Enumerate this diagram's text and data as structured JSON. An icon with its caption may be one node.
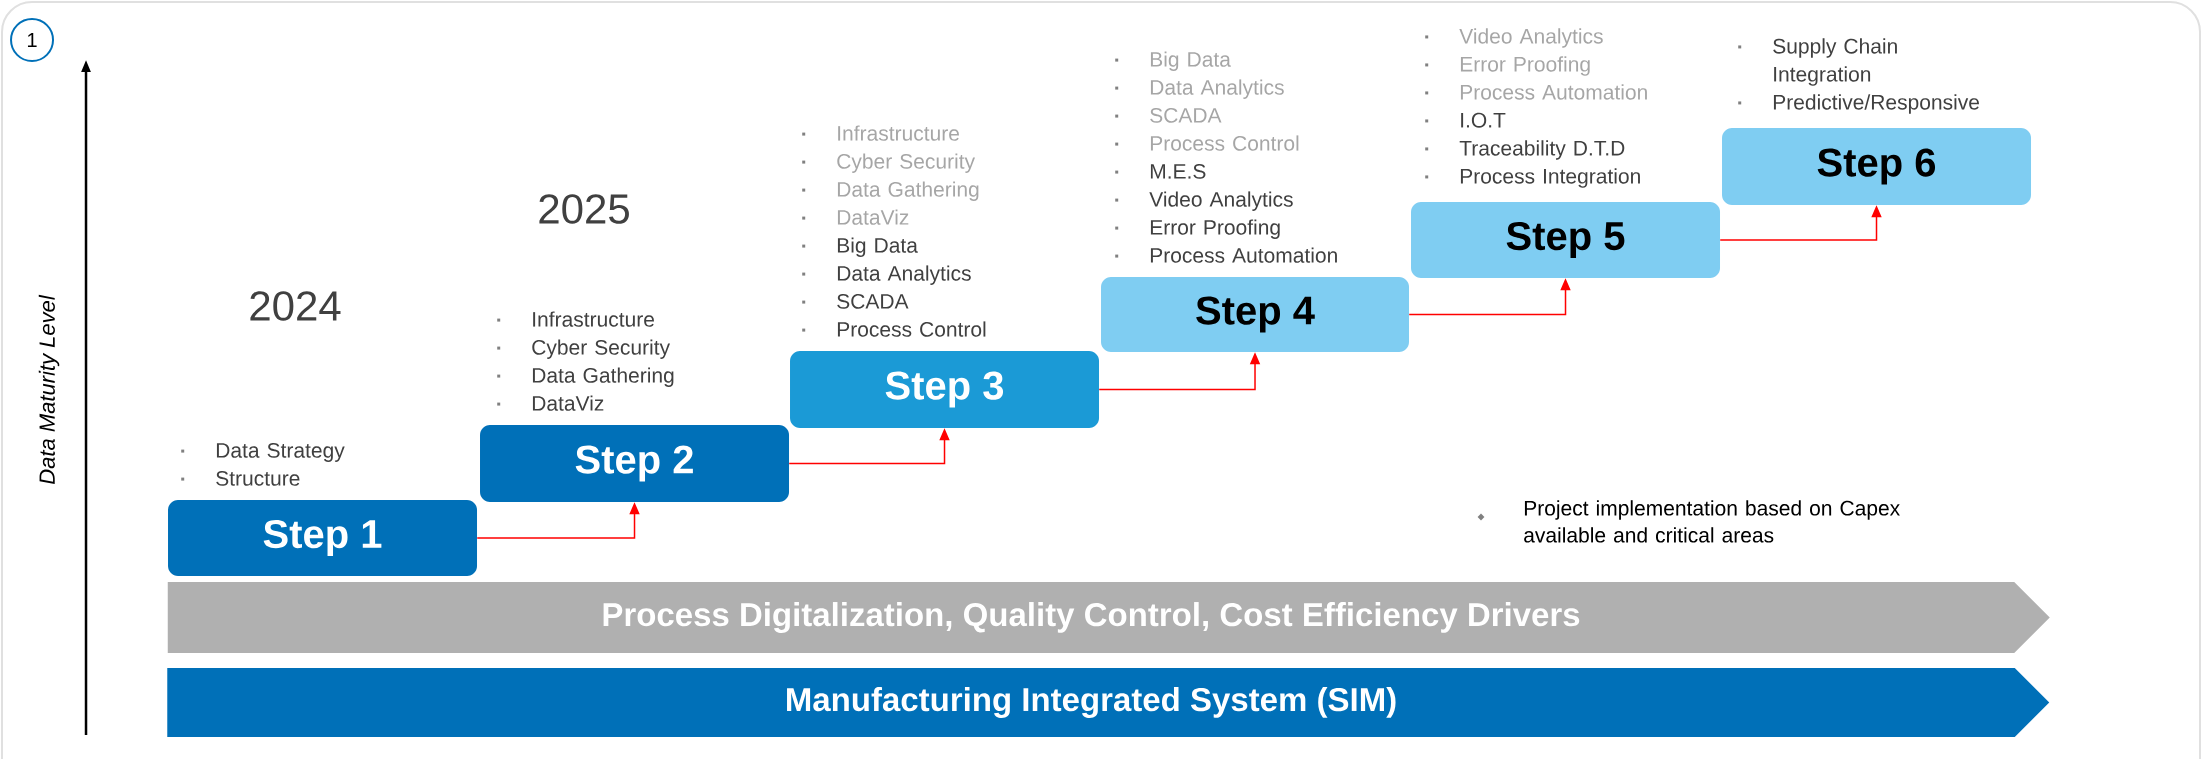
{
  "diagram": {
    "nodes": [
      {
        "text": [
          "Step 1"
        ],
        "beside": [
          "Data Strategy",
          "Structure"
        ]
      },
      {
        "text": [
          "Step 2"
        ],
        "beside": [
          "Infrastructure",
          "Cyber Security",
          "Data Gathering",
          "DataViz"
        ]
      },
      {
        "text": [
          "Step 3"
        ],
        "beside": [
          "Infrastructure",
          "Cyber Security",
          "Data Gathering",
          "DataViz",
          "Big Data",
          "Data Analytics",
          "SCADA",
          "Process Control"
        ]
      },
      {
        "text": [
          "Step 4"
        ],
        "beside": [
          "Big Data",
          "Data Analytics",
          "SCADA",
          "Process Control",
          "M.E.S",
          "Video Analytics",
          "Error Proofing",
          "Process Automation"
        ]
      },
      {
        "text": [
          "Step 5"
        ],
        "beside": [
          "Video Analytics",
          "Error Proofing",
          "Process Automation",
          "I.O.T",
          "Traceability D.T.D",
          "Process Integration"
        ]
      },
      {
        "text": [
          "Step 6"
        ],
        "beside": [
          "Supply Chain Integration",
          "Predictive/Responsive"
        ]
      },
      {
        "text": [
          "Process Digitalization, Quality Control, Cost Efficiency Drivers"
        ]
      },
      {
        "text": [
          "Manufacturing Integrated System (SIM)"
        ]
      }
    ],
    "edges": [
      {
        "from": 0,
        "to": 1,
        "arrow": "to"
      },
      {
        "from": 1,
        "to": 2,
        "arrow": "to"
      },
      {
        "from": 2,
        "to": 3,
        "arrow": "to"
      },
      {
        "from": 3,
        "to": 4,
        "arrow": "to"
      },
      {
        "from": 4,
        "to": 5,
        "arrow": "to"
      }
    ],
    "labels": [
      "1",
      "Data Maturity Level",
      "2025",
      "2024",
      "Project implementation based on Capex available and critical areas"
    ]
  }
}
